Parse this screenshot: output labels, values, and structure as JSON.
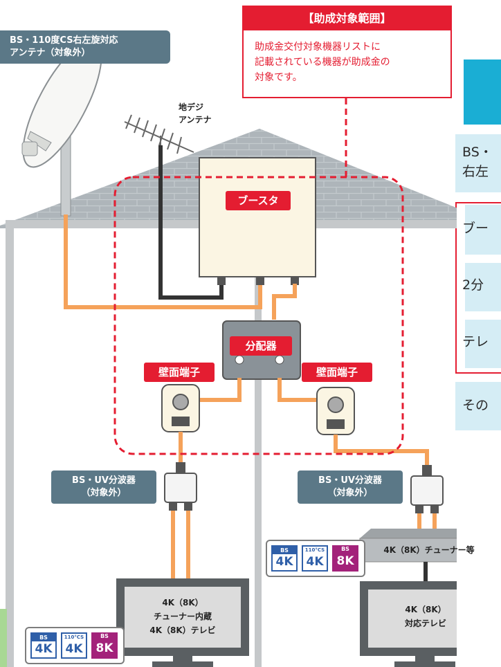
{
  "scope_box": {
    "title": "【助成対象範囲】",
    "body": [
      "助成金交付対象機器リストに",
      "記載されている機器が助成金の",
      "対象です。"
    ]
  },
  "satellite_label": [
    "BS・110度CS右左旋対応",
    "アンテナ（対象外）"
  ],
  "terrestrial_label": [
    "地デジ",
    "アンテナ"
  ],
  "booster_label": "ブースタ",
  "splitter_label": "分配器",
  "wall_outlet_left": "壁面端子",
  "wall_outlet_right": "壁面端子",
  "bsuv_left": [
    "BS・UV分波器",
    "（対象外）"
  ],
  "bsuv_right": [
    "BS・UV分波器",
    "（対象外）"
  ],
  "tuner_label": "4K（8K）チューナー等",
  "tv_left": [
    "4K（8K）",
    "チューナー内蔵",
    "4K（8K）テレビ"
  ],
  "tv_right": [
    "4K（8K）",
    "対応テレビ"
  ],
  "badges": [
    {
      "top": "BS",
      "main": "4K",
      "color": "#2f5fa8"
    },
    {
      "top": "110°CS",
      "main": "4K",
      "color": "#2f5fa8"
    },
    {
      "top": "BS",
      "main": "8K",
      "color": "#a3227a"
    }
  ],
  "right_table": {
    "rows": [
      "BS・",
      "右左",
      "ブー",
      "2分",
      "テレ",
      "その"
    ]
  },
  "colors": {
    "accent_red": "#e41d31",
    "cable": "#f5a25a",
    "label_dark": "#5b7887",
    "table_blue": "#1aaed4",
    "table_light": "#d5edf5"
  }
}
